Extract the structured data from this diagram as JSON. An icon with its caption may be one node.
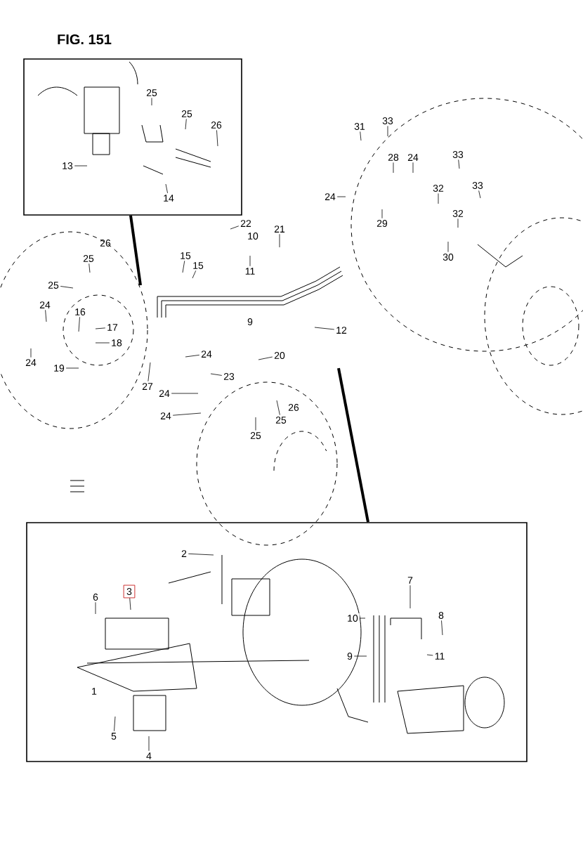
{
  "diagram": {
    "title": "FIG. 151",
    "nodes": [
      {
        "text": [],
        "shape": "box"
      },
      {
        "text": [
          "25"
        ],
        "in": 0
      },
      {
        "text": [
          "25"
        ],
        "in": 0
      },
      {
        "text": [
          "26"
        ],
        "in": 0
      },
      {
        "text": [
          "13"
        ],
        "in": 0
      },
      {
        "text": [
          "14"
        ],
        "in": 0
      },
      {
        "text": [
          "31"
        ]
      },
      {
        "text": [
          "33"
        ]
      },
      {
        "text": [
          "28"
        ]
      },
      {
        "text": [
          "24"
        ]
      },
      {
        "text": [
          "33"
        ]
      },
      {
        "text": [
          "32"
        ]
      },
      {
        "text": [
          "33"
        ]
      },
      {
        "text": [
          "24"
        ]
      },
      {
        "text": [
          "32"
        ]
      },
      {
        "text": [
          "29"
        ]
      },
      {
        "text": [
          "22"
        ]
      },
      {
        "text": [
          "21"
        ]
      },
      {
        "text": [
          "30"
        ]
      },
      {
        "text": [
          "25"
        ]
      },
      {
        "text": [
          "15"
        ]
      },
      {
        "text": [
          "15"
        ]
      },
      {
        "text": [
          "11"
        ]
      },
      {
        "text": [
          "25"
        ]
      },
      {
        "text": [
          "24"
        ]
      },
      {
        "text": [
          "16"
        ]
      },
      {
        "text": [
          "17"
        ]
      },
      {
        "text": [
          "12"
        ]
      },
      {
        "text": [
          "18"
        ]
      },
      {
        "text": [
          "24"
        ]
      },
      {
        "text": [
          "20"
        ]
      },
      {
        "text": [
          "24"
        ]
      },
      {
        "text": [
          "19"
        ]
      },
      {
        "text": [
          "23"
        ]
      },
      {
        "text": [
          "27"
        ]
      },
      {
        "text": [
          "24"
        ]
      },
      {
        "text": [
          "24"
        ]
      },
      {
        "text": [
          "25"
        ]
      },
      {
        "text": [
          "25"
        ]
      },
      {
        "text": [],
        "shape": "box"
      },
      {
        "text": [
          "2"
        ],
        "in": 39
      },
      {
        "text": [
          "7"
        ],
        "in": 39
      },
      {
        "text": [
          "3"
        ],
        "in": 39
      },
      {
        "text": [
          "6"
        ],
        "in": 39
      },
      {
        "text": [
          "8"
        ],
        "in": 39
      },
      {
        "text": [
          "10"
        ],
        "in": 39
      },
      {
        "text": [
          "9"
        ],
        "in": 39
      },
      {
        "text": [
          "11"
        ],
        "in": 39
      },
      {
        "text": [
          "5"
        ],
        "in": 39
      },
      {
        "text": [
          "4"
        ],
        "in": 39
      }
    ],
    "edges": [
      {
        "from": 0,
        "to": null,
        "arrow": "none",
        "style": "thick"
      },
      {
        "from": 1,
        "to": null,
        "arrow": "none"
      },
      {
        "from": 2,
        "to": null,
        "arrow": "none"
      },
      {
        "from": 3,
        "to": null,
        "arrow": "none"
      },
      {
        "from": 4,
        "to": null,
        "arrow": "none"
      },
      {
        "from": 5,
        "to": null,
        "arrow": "none"
      },
      {
        "from": 6,
        "to": null,
        "arrow": "none"
      },
      {
        "from": 7,
        "to": null,
        "arrow": "none"
      },
      {
        "from": 8,
        "to": null,
        "arrow": "none"
      },
      {
        "from": 9,
        "to": null,
        "arrow": "none"
      },
      {
        "from": 10,
        "to": null,
        "arrow": "none"
      },
      {
        "from": 11,
        "to": null,
        "arrow": "none"
      },
      {
        "from": 12,
        "to": null,
        "arrow": "none"
      },
      {
        "from": 13,
        "to": null,
        "arrow": "none"
      },
      {
        "from": 14,
        "to": null,
        "arrow": "none"
      },
      {
        "from": 15,
        "to": null,
        "arrow": "none"
      },
      {
        "from": 16,
        "to": null,
        "arrow": "none"
      },
      {
        "from": 17,
        "to": null,
        "arrow": "none"
      },
      {
        "from": 18,
        "to": null,
        "arrow": "none"
      },
      {
        "from": 19,
        "to": null,
        "arrow": "none"
      },
      {
        "from": 20,
        "to": null,
        "arrow": "none"
      },
      {
        "from": 21,
        "to": null,
        "arrow": "none"
      },
      {
        "from": 22,
        "to": null,
        "arrow": "none"
      },
      {
        "from": 23,
        "to": null,
        "arrow": "none"
      },
      {
        "from": 24,
        "to": null,
        "arrow": "none"
      },
      {
        "from": 25,
        "to": null,
        "arrow": "none"
      },
      {
        "from": 26,
        "to": null,
        "arrow": "none"
      },
      {
        "from": 27,
        "to": null,
        "arrow": "none"
      },
      {
        "from": 28,
        "to": null,
        "arrow": "none"
      },
      {
        "from": 29,
        "to": null,
        "arrow": "none"
      },
      {
        "from": 30,
        "to": null,
        "arrow": "none"
      },
      {
        "from": 31,
        "to": null,
        "arrow": "none"
      },
      {
        "from": 32,
        "to": null,
        "arrow": "none"
      },
      {
        "from": 33,
        "to": null,
        "arrow": "none"
      },
      {
        "from": 34,
        "to": null,
        "arrow": "none"
      },
      {
        "from": 35,
        "to": null,
        "arrow": "none"
      },
      {
        "from": 36,
        "to": null,
        "arrow": "none"
      },
      {
        "from": 37,
        "to": null,
        "arrow": "none"
      },
      {
        "from": 38,
        "to": null,
        "arrow": "none"
      },
      {
        "from": null,
        "to": 39,
        "arrow": "none",
        "style": "thick"
      },
      {
        "from": 40,
        "to": null,
        "arrow": "none"
      },
      {
        "from": 41,
        "to": null,
        "arrow": "none"
      },
      {
        "from": 42,
        "to": null,
        "arrow": "none"
      },
      {
        "from": 43,
        "to": null,
        "arrow": "none"
      },
      {
        "from": 44,
        "to": null,
        "arrow": "none"
      },
      {
        "from": 45,
        "to": null,
        "arrow": "none"
      },
      {
        "from": 46,
        "to": null,
        "arrow": "none"
      },
      {
        "from": 47,
        "to": null,
        "arrow": "none"
      },
      {
        "from": 48,
        "to": null,
        "arrow": "none"
      },
      {
        "from": 49,
        "to": null,
        "arrow": "none"
      }
    ],
    "labels": [
      "26",
      "10",
      "9",
      "26",
      "1"
    ]
  }
}
